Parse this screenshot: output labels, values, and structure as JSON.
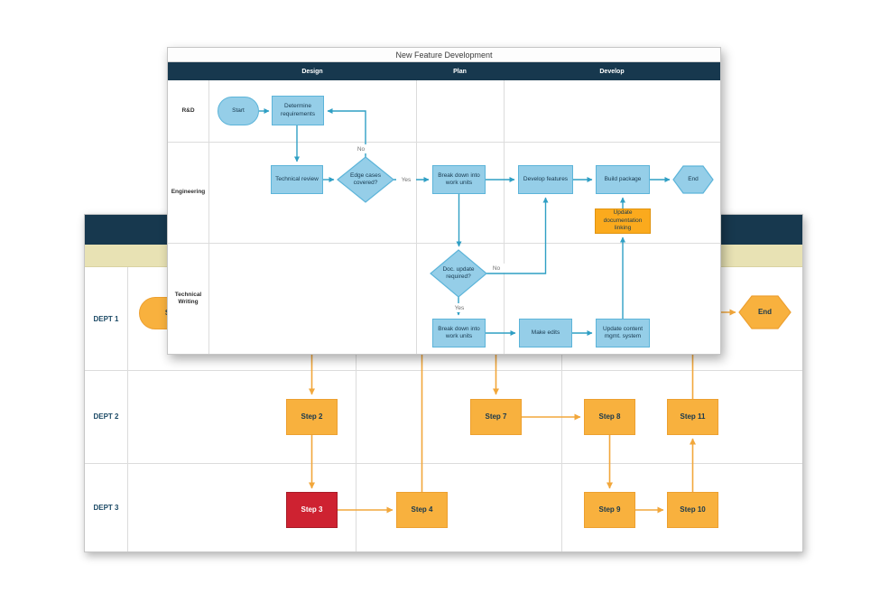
{
  "front_diagram": {
    "title": "New Feature Development",
    "phases": [
      {
        "label": "Design"
      },
      {
        "label": "Plan"
      },
      {
        "label": "Develop"
      }
    ],
    "lanes": [
      {
        "label": "R&D"
      },
      {
        "label": "Engineering"
      },
      {
        "label": "Technical Writing"
      }
    ],
    "nodes": {
      "start": "Start",
      "determine_requirements": "Determine requirements",
      "technical_review": "Technical review",
      "edge_cases": "Edge cases covered?",
      "breakdown_eng": "Break down into work units",
      "develop_features": "Develop features",
      "build_package": "Build package",
      "end": "End",
      "update_doc_linking": "Update documentation linking",
      "doc_update": "Doc. update required?",
      "breakdown_tw": "Break down into work units",
      "make_edits": "Make edits",
      "update_content": "Update content mgmt. system"
    },
    "branch_labels": {
      "edge_no": "No",
      "edge_yes": "Yes",
      "doc_no": "No",
      "doc_yes": "Yes"
    },
    "colors": {
      "header": "#17384e",
      "node_fill": "#95cee8",
      "node_border": "#5cb4d9",
      "connector": "#2f9fc4",
      "highlight_node": "#fbaa1d"
    }
  },
  "back_diagram": {
    "lanes": [
      {
        "label": "DEPT 1"
      },
      {
        "label": "DEPT 2"
      },
      {
        "label": "DEPT 3"
      }
    ],
    "nodes": {
      "start": "Start",
      "step2": "Step 2",
      "step3": "Step 3",
      "step4": "Step 4",
      "step7": "Step 7",
      "step8": "Step 8",
      "step9": "Step 9",
      "step10": "Step 10",
      "step11": "Step 11",
      "end": "End"
    },
    "colors": {
      "header": "#17384e",
      "phase_band": "#e8e2b4",
      "node_fill": "#f8b13e",
      "alert_node": "#ce2231",
      "connector": "#f2a73b"
    }
  }
}
